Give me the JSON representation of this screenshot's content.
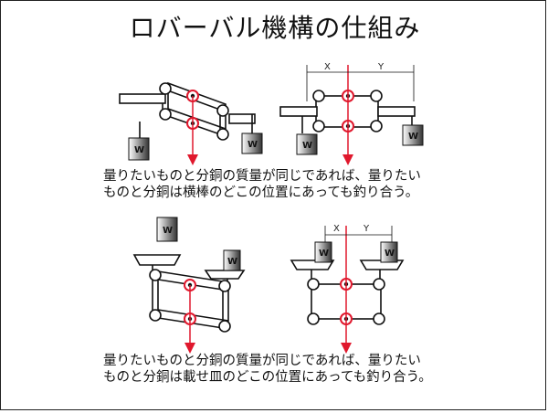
{
  "title": "ロバーバル機構の仕組み",
  "caption_top": {
    "line1": "量りたいものと分銅の質量が同じであれば、量りたい",
    "line2": "ものと分銅は横棒のどこの位置にあっても釣り合う。"
  },
  "caption_bottom": {
    "line1": "量りたいものと分銅の質量が同じであれば、量りたい",
    "line2": "ものと分銅は載せ皿のどこの位置にあっても釣り合う。"
  },
  "weight_label": "W",
  "dimension_labels": {
    "x": "X",
    "y": "Y"
  },
  "colors": {
    "pivot": "#e0182d",
    "line": "#111111"
  }
}
